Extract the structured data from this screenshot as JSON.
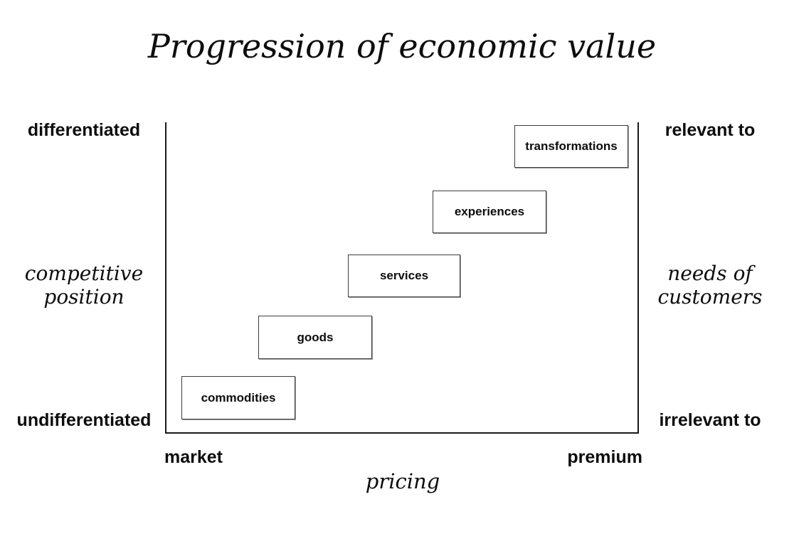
{
  "title": "Progression of economic value",
  "stages": [
    {
      "label": "commodities"
    },
    {
      "label": "goods"
    },
    {
      "label": "services"
    },
    {
      "label": "experiences"
    },
    {
      "label": "transformations"
    }
  ],
  "axes": {
    "left": {
      "top": "differentiated",
      "middle_line1": "competitive",
      "middle_line2": "position",
      "bottom": "undifferentiated"
    },
    "right": {
      "top": "relevant to",
      "middle_line1": "needs of",
      "middle_line2": "customers",
      "bottom": "irrelevant to"
    },
    "bottom": {
      "left": "market",
      "right": "premium",
      "title": "pricing"
    }
  },
  "colors": {
    "background": "#ffffff",
    "text": "#0d0d0d",
    "axis_line": "#1a1a1a",
    "box_border": "#3d3d3d",
    "box_shadow": "#9a9a9a"
  }
}
